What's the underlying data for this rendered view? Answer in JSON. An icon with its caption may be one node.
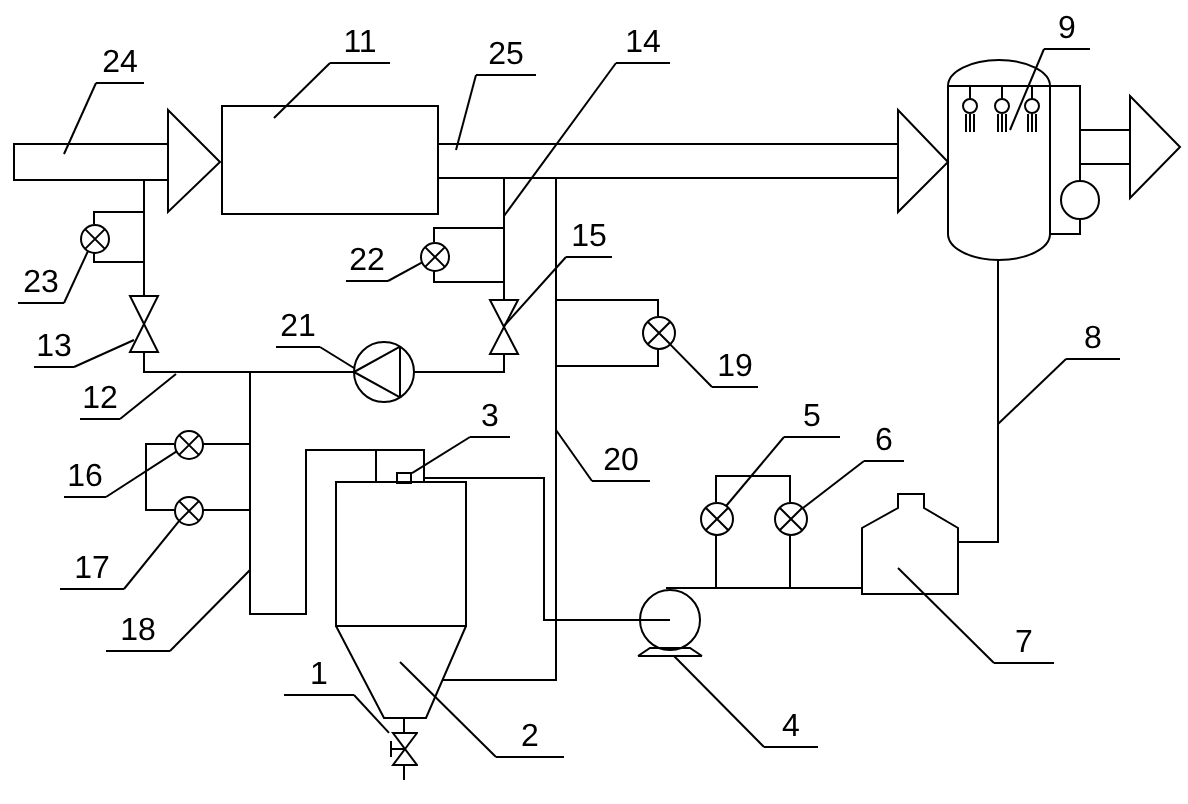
{
  "diagram": {
    "nodes": [
      {
        "text": [
          "24"
        ]
      },
      {
        "text": [
          "11"
        ]
      },
      {
        "text": [
          "25"
        ]
      },
      {
        "text": [
          "14"
        ]
      },
      {
        "text": [
          "9"
        ]
      },
      {
        "text": [
          "15"
        ]
      },
      {
        "text": [
          "22"
        ]
      },
      {
        "text": [
          "23"
        ]
      },
      {
        "text": [
          "21"
        ]
      },
      {
        "text": [
          "8"
        ]
      },
      {
        "text": [
          "13"
        ]
      },
      {
        "text": [
          "19"
        ]
      },
      {
        "text": [
          "12"
        ]
      },
      {
        "text": [
          "3"
        ]
      },
      {
        "text": [
          "5"
        ]
      },
      {
        "text": [
          "6"
        ]
      },
      {
        "text": [
          "20"
        ]
      },
      {
        "text": [
          "16"
        ]
      },
      {
        "text": [
          "17"
        ]
      },
      {
        "text": [
          "18"
        ]
      },
      {
        "text": [
          "7"
        ]
      },
      {
        "text": [
          "1"
        ]
      },
      {
        "text": [
          "2"
        ]
      },
      {
        "text": [
          "4"
        ]
      },
      {
        "text": [],
        "shape": "circle"
      },
      {
        "text": [],
        "shape": "circle"
      },
      {
        "text": [],
        "shape": "circle"
      },
      {
        "text": [],
        "shape": "box"
      },
      {
        "text": [],
        "shape": "circle"
      },
      {
        "text": [],
        "shape": "circle"
      },
      {
        "text": [],
        "shape": "circle"
      },
      {
        "text": [],
        "shape": "circle"
      },
      {
        "text": [],
        "shape": "picture"
      }
    ],
    "edges": [
      {
        "from": 0,
        "to": null,
        "arrow": "none"
      },
      {
        "from": 1,
        "to": null,
        "arrow": "none"
      },
      {
        "from": 2,
        "to": null,
        "arrow": "none"
      },
      {
        "from": 3,
        "to": null,
        "arrow": "none"
      },
      {
        "from": 4,
        "to": null,
        "arrow": "none"
      },
      {
        "from": 5,
        "to": null,
        "arrow": "none"
      },
      {
        "from": 6,
        "to": 25,
        "arrow": "none"
      },
      {
        "from": 7,
        "to": 24,
        "arrow": "none"
      },
      {
        "from": 8,
        "to": null,
        "arrow": "none"
      },
      {
        "from": 9,
        "to": null,
        "arrow": "none"
      },
      {
        "from": 10,
        "to": null,
        "arrow": "none"
      },
      {
        "from": 11,
        "to": 26,
        "arrow": "none"
      },
      {
        "from": 12,
        "to": null,
        "arrow": "none"
      },
      {
        "from": 13,
        "to": 27,
        "arrow": "none"
      },
      {
        "from": 14,
        "to": 28,
        "arrow": "none"
      },
      {
        "from": 15,
        "to": 29,
        "arrow": "none"
      },
      {
        "from": 16,
        "to": null,
        "arrow": "none"
      },
      {
        "from": 17,
        "to": 30,
        "arrow": "none"
      },
      {
        "from": 18,
        "to": 31,
        "arrow": "none"
      },
      {
        "from": 19,
        "to": null,
        "arrow": "none"
      },
      {
        "from": 20,
        "to": null,
        "arrow": "none"
      },
      {
        "from": 21,
        "to": 32,
        "arrow": "none"
      },
      {
        "from": 22,
        "to": null,
        "arrow": "none"
      },
      {
        "from": 23,
        "to": null,
        "arrow": "none"
      },
      {
        "from": 30,
        "to": 31,
        "arrow": "none"
      },
      {
        "from": 30,
        "to": 31,
        "arrow": "none"
      },
      {
        "from": 28,
        "to": 29,
        "arrow": "none"
      },
      {
        "from": 28,
        "to": 29,
        "arrow": "none"
      }
    ]
  }
}
